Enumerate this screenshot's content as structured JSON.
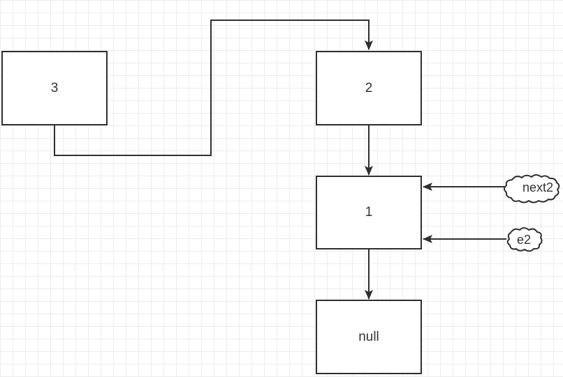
{
  "diagram": {
    "nodes": [
      {
        "id": "node-3",
        "label": "3"
      },
      {
        "id": "node-2",
        "label": "2"
      },
      {
        "id": "node-1",
        "label": "1"
      },
      {
        "id": "node-null",
        "label": "null"
      }
    ],
    "pointers": [
      {
        "id": "pointer-next2",
        "label": "next2",
        "target": "node-1"
      },
      {
        "id": "pointer-e2",
        "label": "e2",
        "target": "node-1"
      }
    ],
    "links": [
      {
        "from": "node-3",
        "to": "node-2"
      },
      {
        "from": "node-2",
        "to": "node-1"
      },
      {
        "from": "node-1",
        "to": "node-null"
      }
    ],
    "colors": {
      "stroke": "#2f2f2f",
      "text": "#333333",
      "grid": "#ececec",
      "background": "#ffffff"
    }
  }
}
